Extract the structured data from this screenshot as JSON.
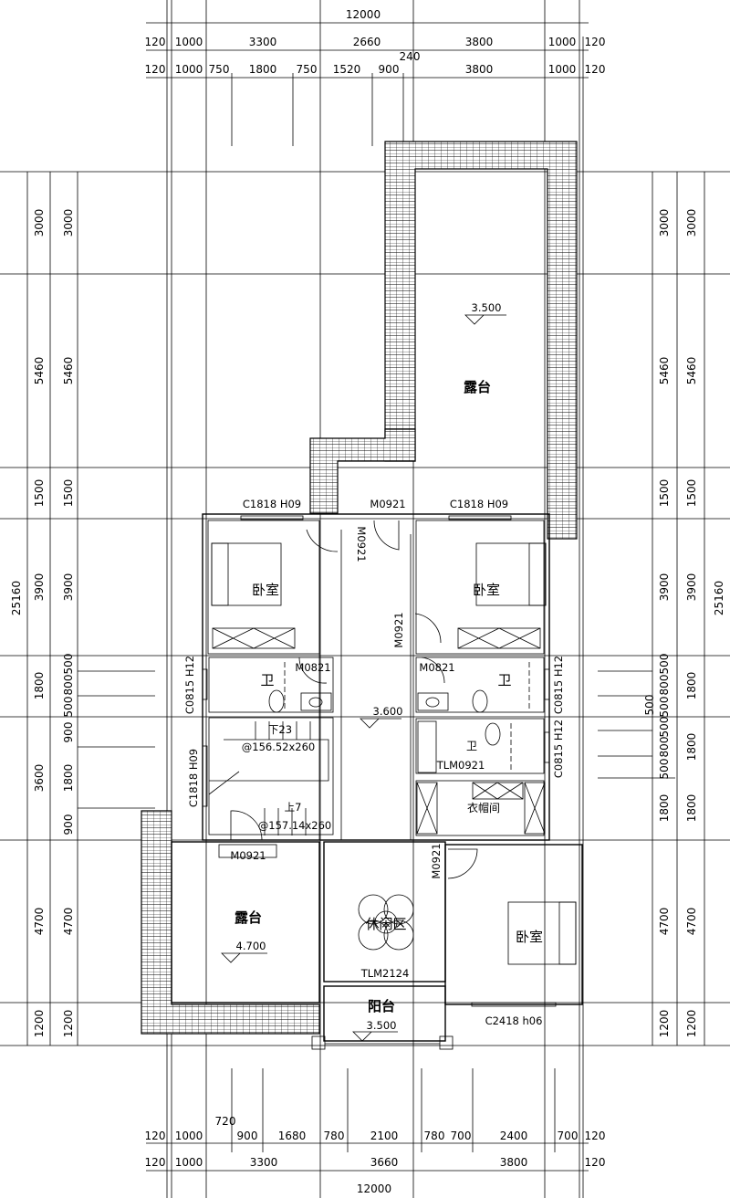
{
  "dimensions": {
    "top": {
      "total": "12000",
      "row1": [
        "120",
        "1000",
        "3300",
        "2660",
        "3800",
        "1000",
        "120"
      ],
      "row2": [
        "120",
        "1000",
        "750",
        "1800",
        "750",
        "1520",
        "900",
        "240",
        "3800",
        "1000",
        "120"
      ]
    },
    "bottom": {
      "row1": [
        "120",
        "1000",
        "720",
        "900",
        "1680",
        "780",
        "2100",
        "780",
        "700",
        "2400",
        "700",
        "120"
      ],
      "row2": [
        "120",
        "1000",
        "3300",
        "3660",
        "3800",
        "120"
      ],
      "total": "12000"
    },
    "left": {
      "total": "25160",
      "col2": [
        "3000",
        "5460",
        "1500",
        "3900",
        "1800",
        "3600",
        "4700",
        "1200"
      ],
      "col3": [
        "3000",
        "5460",
        "1500",
        "3900",
        "500",
        "800",
        "500",
        "900",
        "1800",
        "900",
        "4700",
        "1200"
      ]
    },
    "right": {
      "total": "25160",
      "col2": [
        "3000",
        "5460",
        "1500",
        "3900",
        "1800",
        "1800",
        "1800",
        "4700",
        "1200"
      ],
      "col3": [
        "3000",
        "5460",
        "1500",
        "3900",
        "500",
        "800",
        "500",
        "500",
        "500",
        "800",
        "500",
        "1800",
        "4700",
        "1200"
      ]
    }
  },
  "rooms": {
    "terrace_top": "露台",
    "bedroom_left": "卧室",
    "bedroom_right": "卧室",
    "bedroom_lower": "卧室",
    "bath_left": "卫",
    "bath_right": "卫",
    "bath_second": "卫",
    "cloakroom": "衣帽间",
    "terrace_lower": "露台",
    "leisure": "休闲区",
    "balcony": "阳台"
  },
  "openings": {
    "window_bedroom_left": "C1818  H09",
    "window_bedroom_right": "C1818  H09",
    "window_stair": "C1818  H09",
    "door_corridor_top": "M0921",
    "door_bedroom_left": "M0921",
    "door_bedroom_right": "M0921",
    "door_bath_left": "M0821",
    "door_bath_right": "M0821",
    "window_bath_left": "C0815  H12",
    "window_bath_right": "C0815  H12",
    "window_bath_second": "C0815  H12",
    "door_bath_second": "TLM0921",
    "door_terrace_lower": "M0921",
    "door_bedroom_lower": "M0921",
    "door_leisure": "TLM2124",
    "window_bedroom_lower": "C2418  h06"
  },
  "levels": {
    "terrace_top": "3.500",
    "corridor": "3.600",
    "terrace_lower": "4.700",
    "balcony": "3.500"
  },
  "stairs": {
    "down_count": "下23",
    "down_step": "@156.52x260",
    "up_count": "上7",
    "up_step": "@157.14x260"
  }
}
